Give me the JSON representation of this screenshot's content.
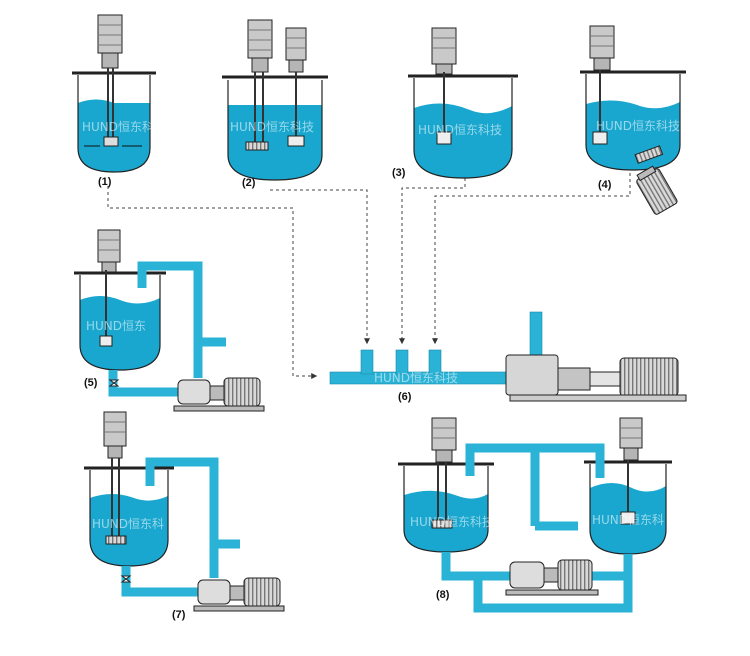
{
  "figures": {
    "f1": "(1)",
    "f2": "(2)",
    "f3": "(3)",
    "f4": "(4)",
    "f5": "(5)",
    "f6": "(6)",
    "f7": "(7)",
    "f8": "(8)"
  },
  "watermarks": {
    "w1": "HUND恒东科技",
    "w2": "HUND恒东科技",
    "w3": "HUND恒东科技",
    "w4": "HUND恒东科技",
    "w5": "HUND恒东",
    "w6": "HUND恒东科技",
    "w7": "HUND恒东科",
    "w8": "HUND恒东科技",
    "w9": "HUND恒东科"
  },
  "colors": {
    "liquid": "#1aa7cf",
    "pipe": "#2ab3d6",
    "motor": "#d0d0d0",
    "outline": "#1a1a1a",
    "dashed": "#444444"
  }
}
